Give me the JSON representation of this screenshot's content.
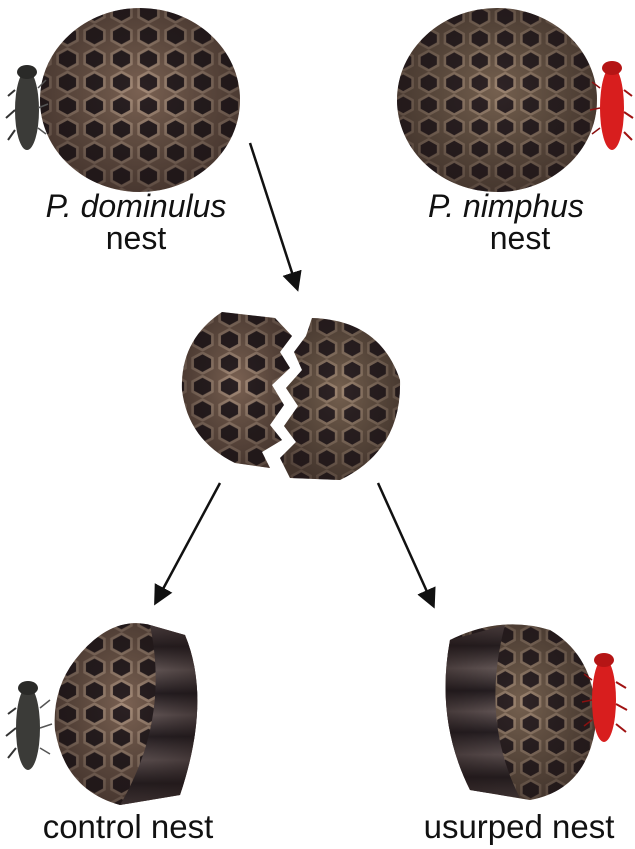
{
  "labels": {
    "dominulus_species": "P. dominulus",
    "dominulus_nest": "nest",
    "nimphus_species": "P. nimphus",
    "nimphus_nest": "nest",
    "control": "control nest",
    "usurped": "usurped nest"
  },
  "colors": {
    "comb_light": "#8b7262",
    "comb_dark": "#3a2c28",
    "cell_inner": "#2a2022",
    "wasp_dominulus": "#3b3b38",
    "wasp_nimphus": "#d81e1e",
    "arrow": "#111111"
  }
}
